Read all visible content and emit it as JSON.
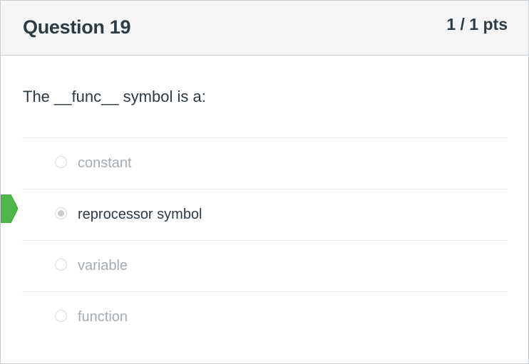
{
  "question": {
    "title": "Question 19",
    "points": "1 / 1 pts",
    "text": "The __func__ symbol is a:"
  },
  "answers": [
    {
      "label": "constant",
      "selected": false
    },
    {
      "label": "reprocessor symbol",
      "selected": true
    },
    {
      "label": "variable",
      "selected": false
    },
    {
      "label": "function",
      "selected": false
    }
  ],
  "colors": {
    "header_bg": "#f5f5f5",
    "text": "#2d3b45",
    "muted": "#a5acb1",
    "correct_flag": "#4db848"
  },
  "icons": {
    "correct_marker": "correct-answer-arrow-icon"
  }
}
